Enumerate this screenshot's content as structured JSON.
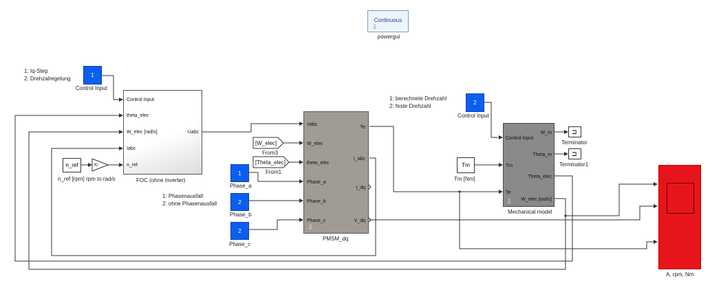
{
  "powergui": {
    "mode": "Continuous",
    "name": "powergui"
  },
  "notes": {
    "control_options": [
      "1: Iq-Step",
      "2: Drehzalregelung"
    ],
    "speed_options": [
      "1: berechnete Drehzahl",
      "2: feste Drehzahl"
    ],
    "phase_options": [
      "1: Phasenausfall",
      "2: ohne Phasenausfall"
    ]
  },
  "blocks": {
    "control_input_1": {
      "value": "1",
      "name": "Control Input"
    },
    "control_input_2": {
      "value": "2",
      "name": "Control Input"
    },
    "n_ref": {
      "label": "n_ref",
      "name": "n_ref [rpm]"
    },
    "gain": {
      "label": "K-",
      "name": "rpm to rad/s"
    },
    "foc": {
      "name": "FOC (ohne Inverter)",
      "inputs": [
        "Control Input",
        "theta_elec",
        "W_elec [rad/s]",
        "Iabc",
        "n_ref"
      ],
      "outputs": [
        "Uabc"
      ]
    },
    "from3": {
      "tag": "[W_elec]",
      "name": "From3"
    },
    "from1": {
      "tag": "[Theta_elec]",
      "name": "From1"
    },
    "phase_a": {
      "value": "1",
      "name": "Phase_a"
    },
    "phase_b": {
      "value": "2",
      "name": "Phase_b"
    },
    "phase_c": {
      "value": "2",
      "name": "Phase_c"
    },
    "pmsm": {
      "name": "PMSM_dq",
      "inputs": [
        "Vabc",
        "W_elec",
        "theta_elec",
        "Phase_a",
        "Phase_b",
        "Phase_c"
      ],
      "outputs": [
        "Te",
        "I_abc",
        "I_dq",
        "V_dq"
      ]
    },
    "tm": {
      "label": "Tm",
      "name": "Tm [Nm]"
    },
    "mech": {
      "name": "Mechanical model",
      "inputs": [
        "Control Input",
        "Tm",
        "Te"
      ],
      "outputs": [
        "W_m",
        "Theta_m",
        "Theta_elec",
        "W_elec [rad/s]"
      ]
    },
    "terminator": {
      "name": "Terminator"
    },
    "terminator1": {
      "name": "Terminator1"
    },
    "scope": {
      "name": "A, rpm, Nm"
    }
  },
  "colors": {
    "const_blue": "#0b5ff0",
    "scope_red": "#e8141c",
    "pmsm_gray": "#a09b95",
    "mech_gray": "#8a8a8a"
  }
}
